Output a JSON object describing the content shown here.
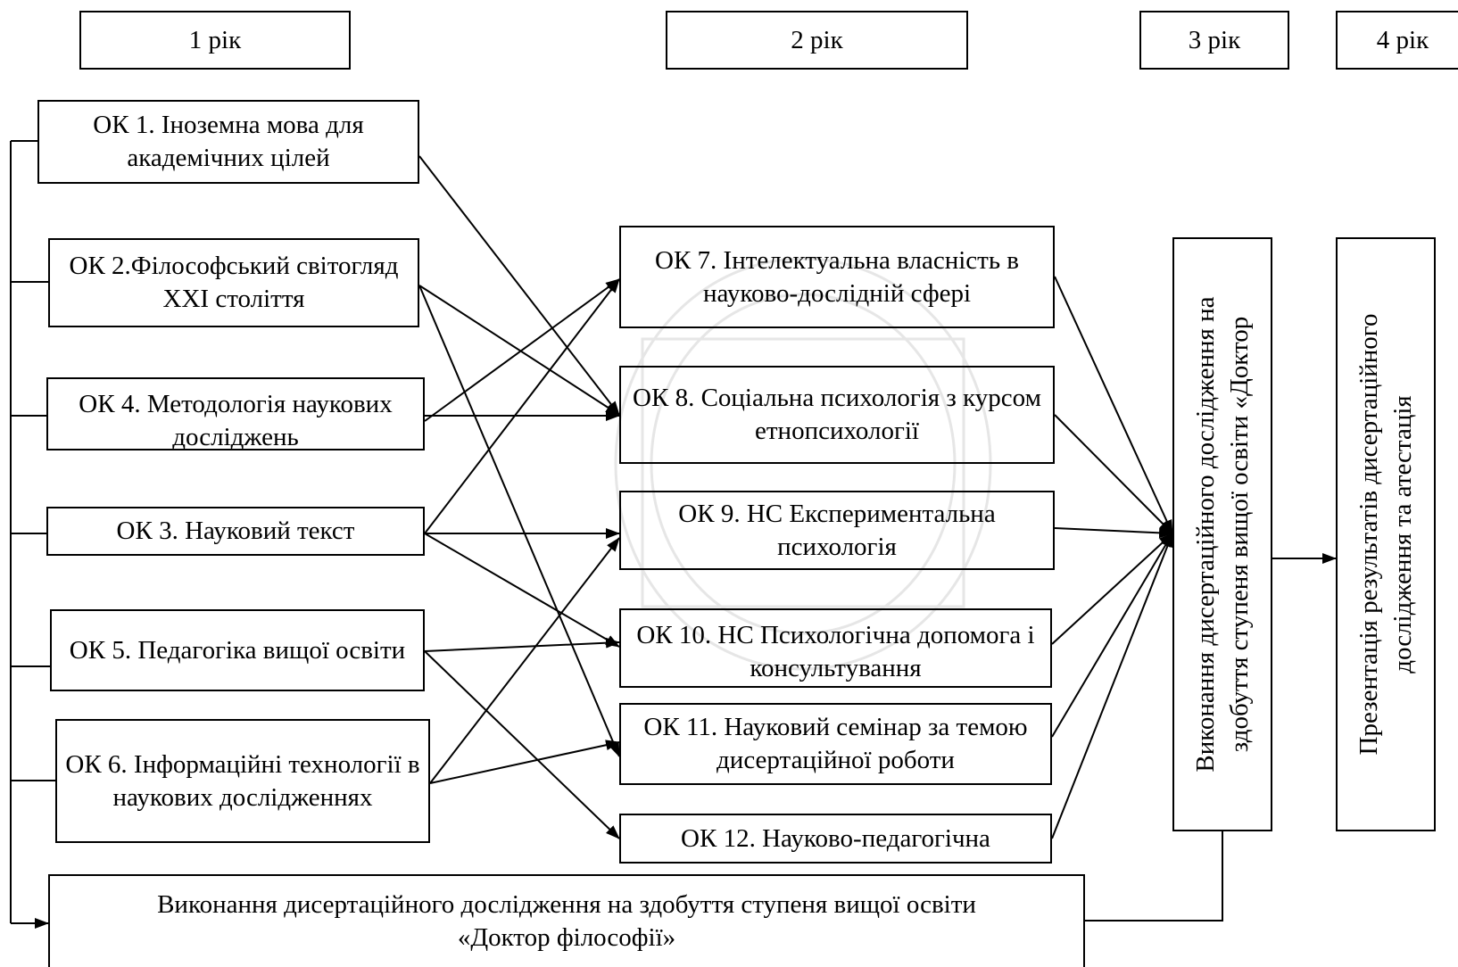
{
  "years": [
    "1 рік",
    "2 рік",
    "3 рік",
    "4 рік"
  ],
  "year1_courses": [
    "ОК 1. Іноземна мова для академічних цілей",
    "ОК 2.Філософський світогляд XXI століття",
    "ОК 4. Методологія наукових досліджень",
    "ОК 3. Науковий текст",
    "ОК 5. Педагогіка вищої освіти",
    "ОК 6. Інформаційні технології в наукових дослідженнях"
  ],
  "year2_courses": [
    "ОК 7. Інтелектуальна власність в науково-дослідній сфері",
    "ОК 8. Соціальна психологія з курсом етнопсихології",
    "ОК 9. НС Експериментальна психологія",
    "ОК 10. НС Психологічна допомога і консультування",
    "ОК 11. Науковий семінар за темою дисертаційної роботи",
    "ОК 12. Науково-педагогічна"
  ],
  "year3_box": "Виконання дисертаційного дослідження на здобуття ступеня вищої освіти «Доктор",
  "year4_box": "Презентація результатів дисертаційного дослідження та атестація",
  "bottom_box": "Виконання дисертаційного дослідження на здобуття ступеня вищої освіти «Доктор філософії»",
  "colors": {
    "line": "#000000",
    "watermark": "#e4e4e4"
  }
}
